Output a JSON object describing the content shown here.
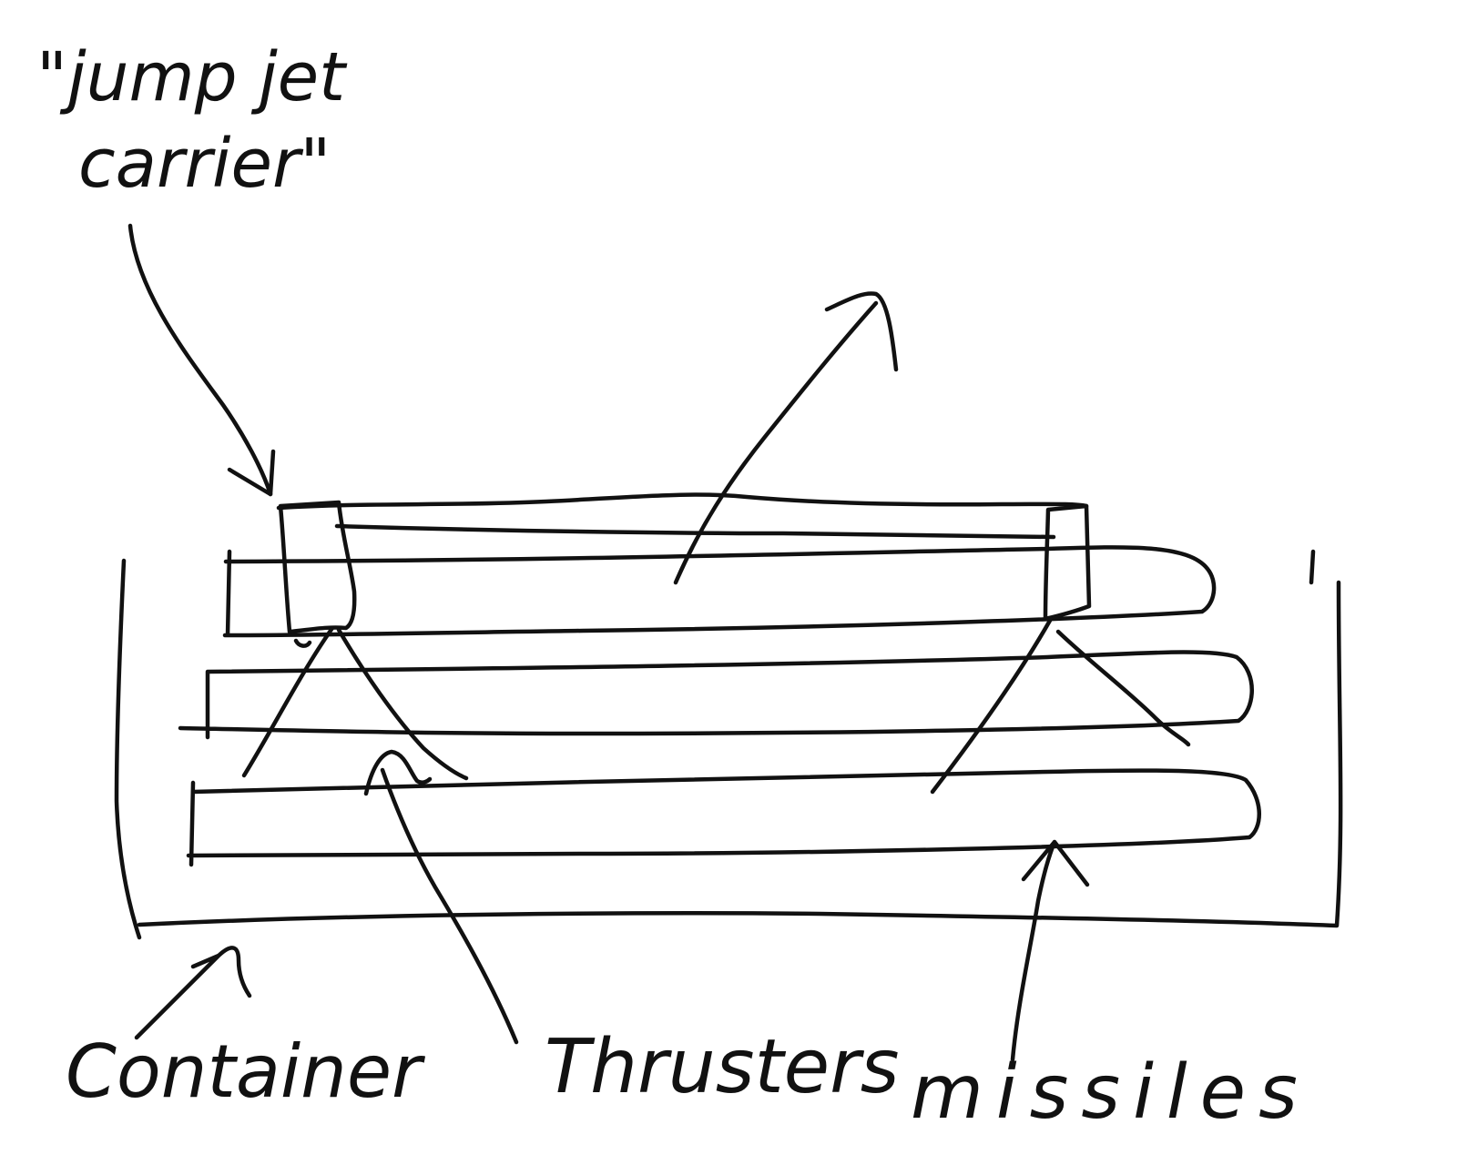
{
  "diagram": {
    "ink_color": "#111111",
    "background": "#ffffff",
    "labels": {
      "carrier_line1": "\"jump jet",
      "carrier_line2": "carrier\"",
      "container": "Container",
      "thrusters": "Thrusters",
      "missiles": "missiles"
    }
  }
}
